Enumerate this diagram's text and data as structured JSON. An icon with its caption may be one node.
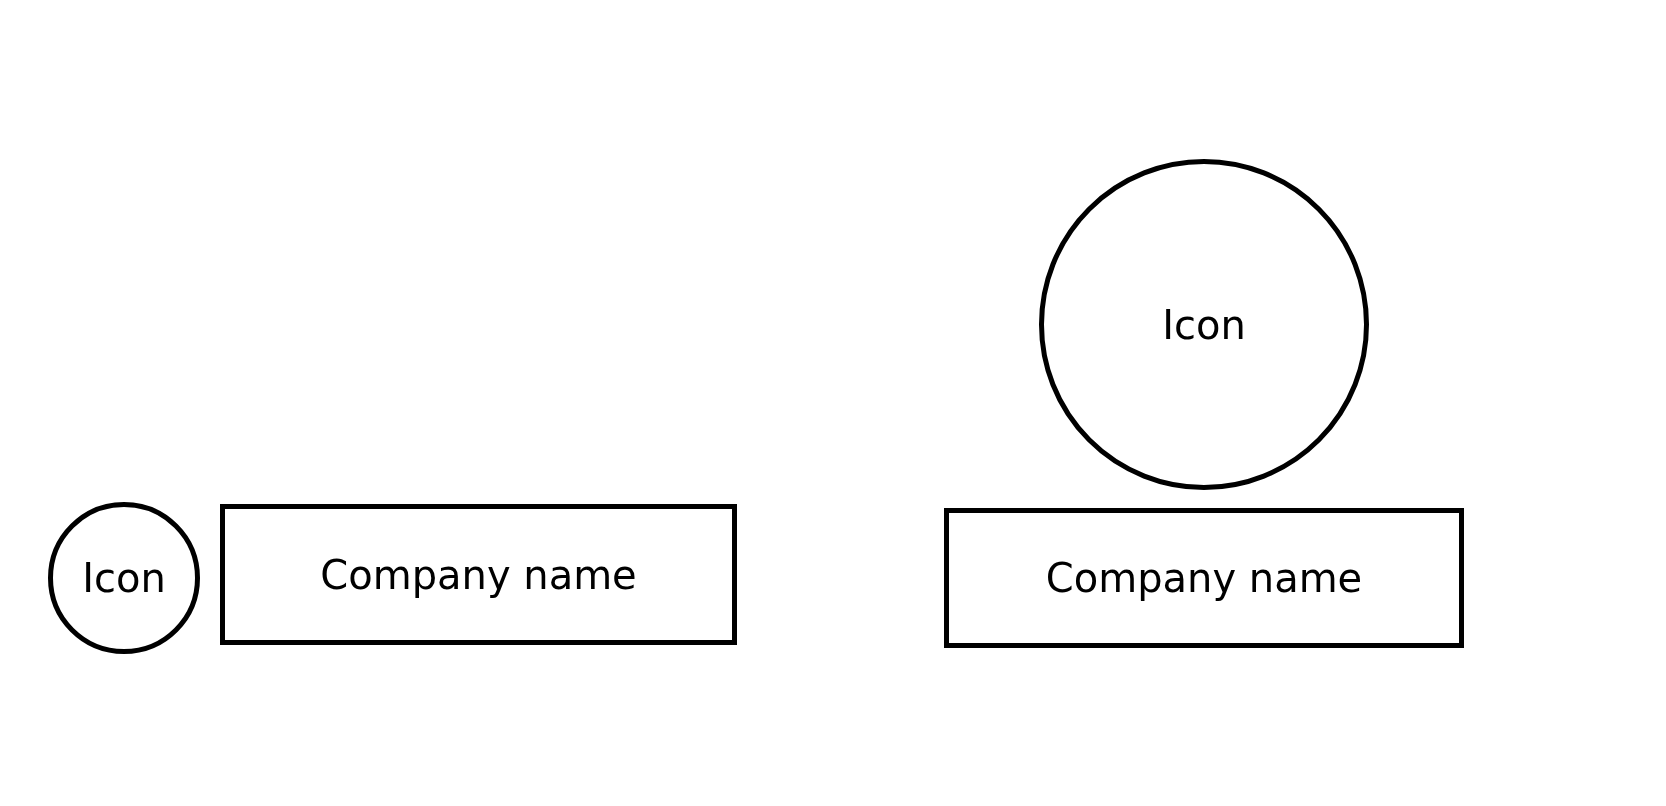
{
  "diagram": {
    "nodes": [
      {
        "text": [
          "Icon"
        ]
      },
      {
        "text": [
          "Company name"
        ]
      },
      {
        "text": [
          "Icon"
        ]
      },
      {
        "text": [
          "Company name"
        ]
      }
    ]
  }
}
